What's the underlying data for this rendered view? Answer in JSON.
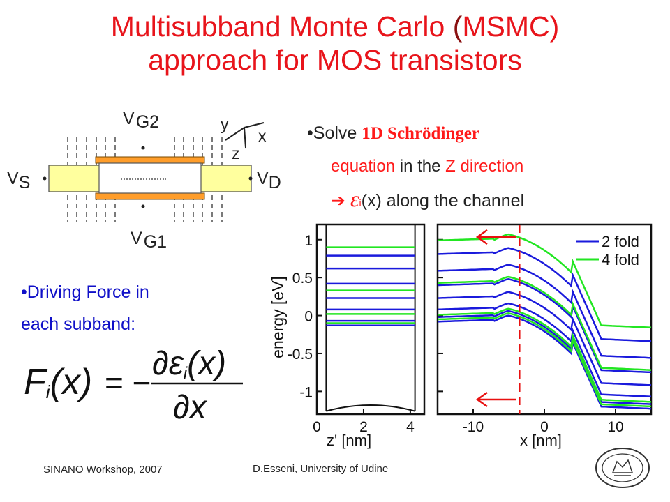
{
  "slide": {
    "title_line1_a": "Multisubband Monte Carlo ",
    "title_paren": "(",
    "title_line1_b": "MSMC)",
    "title_line2": "approach for MOS transistors"
  },
  "device": {
    "vg2_v": "V",
    "vg2_sub": "G2",
    "vg1_v": "V",
    "vg1_sub": "G1",
    "vs_v": "V",
    "vs_sub": "S",
    "vd_v": "V",
    "vd_sub": "D",
    "axis_y": "y",
    "axis_x": "x",
    "axis_z": "z"
  },
  "bullets": {
    "b1_solve": "Solve ",
    "b1_schrod": "1D Schrödinger",
    "b1_equation": "equation",
    "b1_in_the": " in the ",
    "b1_zdir": "Z direction",
    "b1_arrow": "➔",
    "b1_eps": "ε",
    "b1_sub_i": "i",
    "b1_tail": "(x) along the channel",
    "b2_line1": "•Driving Force in",
    "b2_line2": "each subband:"
  },
  "formula": {
    "lhs": "F",
    "sub_i": "i",
    "lhs_arg": "(x)",
    "equals": "= −",
    "partial": "∂",
    "epsilon": "ε",
    "num_arg": "(x)",
    "den": "∂x"
  },
  "footer": {
    "left": "SINANO Workshop, 2007",
    "center": "D.Esseni, University of Udine"
  },
  "chart_data": [
    {
      "type": "line",
      "ylabel": "energy [eV]",
      "xlabel": "z' [nm]",
      "xlim": [
        0,
        4.6
      ],
      "ylim": [
        -1.3,
        1.2
      ],
      "xticks": [
        "0",
        "2",
        "4"
      ],
      "yticks": [
        "1",
        "0.5",
        "0",
        "-0.5",
        "-1"
      ],
      "series": [
        {
          "name": "2 fold",
          "color": "#1a1adc",
          "levels": [
            -0.13,
            -0.07,
            0.08,
            0.23,
            0.42,
            0.62,
            0.79
          ]
        },
        {
          "name": "4 fold",
          "color": "#22e622",
          "levels": [
            -0.1,
            0.02,
            0.33,
            0.9
          ]
        }
      ],
      "well_bottom": {
        "x": [
          0.4,
          2.3,
          4.2
        ],
        "y": [
          -1.26,
          -1.18,
          -1.26
        ]
      }
    },
    {
      "type": "line",
      "xlabel": "x [nm]",
      "xlim": [
        -15,
        15
      ],
      "ylim": [
        -1.3,
        1.2
      ],
      "xticks": [
        "-10",
        "0",
        "10"
      ],
      "legend_placement": "top-right",
      "marker_x": -3.5,
      "series": [
        {
          "name": "2 fold",
          "color": "#1a1adc",
          "offsets": [
            0.75,
            0.53,
            0.34,
            0.17,
            0.02,
            -0.08,
            -0.14
          ]
        },
        {
          "name": "4 fold",
          "color": "#22e622",
          "offsets": [
            0.93,
            0.37,
            -0.05,
            -0.11
          ]
        }
      ]
    }
  ]
}
